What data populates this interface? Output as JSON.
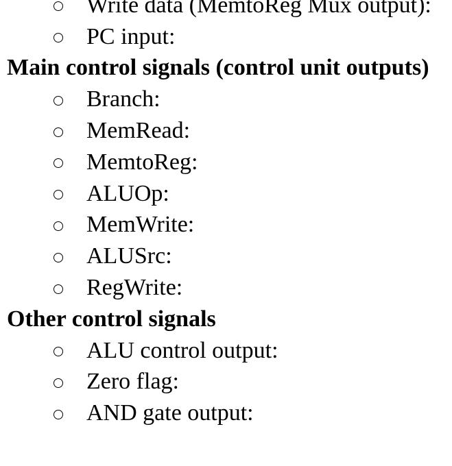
{
  "page": {
    "background_color": "#ffffff",
    "text_color": "#000000",
    "bullet_icon": "hollow-circle"
  },
  "lines": [
    {
      "type": "bullet",
      "text": "Write data (MemtoReg Mux output):"
    },
    {
      "type": "bullet",
      "text": "PC input:"
    },
    {
      "type": "heading",
      "text": "Main control signals (control unit outputs)"
    },
    {
      "type": "bullet",
      "text": "Branch:"
    },
    {
      "type": "bullet",
      "text": "MemRead:"
    },
    {
      "type": "bullet",
      "text": "MemtoReg:"
    },
    {
      "type": "bullet",
      "text": "ALUOp:"
    },
    {
      "type": "bullet",
      "text": "MemWrite:"
    },
    {
      "type": "bullet",
      "text": "ALUSrc:"
    },
    {
      "type": "bullet",
      "text": "RegWrite:"
    },
    {
      "type": "heading",
      "text": "Other control signals"
    },
    {
      "type": "bullet",
      "text": "ALU control output:"
    },
    {
      "type": "bullet",
      "text": "Zero flag:"
    },
    {
      "type": "bullet",
      "text": "AND gate output:"
    }
  ]
}
